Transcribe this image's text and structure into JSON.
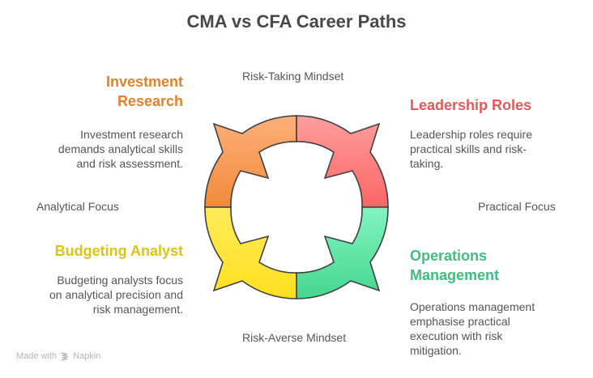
{
  "title": "CMA vs CFA Career Paths",
  "axes": {
    "top": "Risk-Taking Mindset",
    "bottom": "Risk-Averse Mindset",
    "left": "Analytical Focus",
    "right": "Practical Focus"
  },
  "quadrants": [
    {
      "id": "top-left",
      "heading_lines": [
        "Investment",
        "Research"
      ],
      "description_lines": [
        "Investment research",
        "demands analytical skills",
        "and risk assessment."
      ],
      "color": "#E0822F",
      "fill_light": "#FDB07A",
      "fill_dark": "#F28A3A"
    },
    {
      "id": "top-right",
      "heading_lines": [
        "Leadership Roles"
      ],
      "description_lines": [
        "Leadership roles require",
        "practical skills and risk-",
        "taking."
      ],
      "color": "#E05A5A",
      "fill_light": "#FF9E9E",
      "fill_dark": "#FC6565"
    },
    {
      "id": "bottom-left",
      "heading_lines": [
        "Budgeting Analyst"
      ],
      "description_lines": [
        "Budgeting analysts focus",
        "on analytical precision and",
        "risk management."
      ],
      "color": "#DCC318",
      "fill_light": "#FFEB5A",
      "fill_dark": "#FFE01E"
    },
    {
      "id": "bottom-right",
      "heading_lines": [
        "Operations",
        "Management"
      ],
      "description_lines": [
        "Operations management",
        "emphasise practical",
        "execution with risk",
        "mitigation."
      ],
      "color": "#3DBE80",
      "fill_light": "#82F5C0",
      "fill_dark": "#45D690"
    }
  ],
  "footer": {
    "prefix": "Made with",
    "brand": "Napkin",
    "icon": "napkin-logo-icon"
  }
}
